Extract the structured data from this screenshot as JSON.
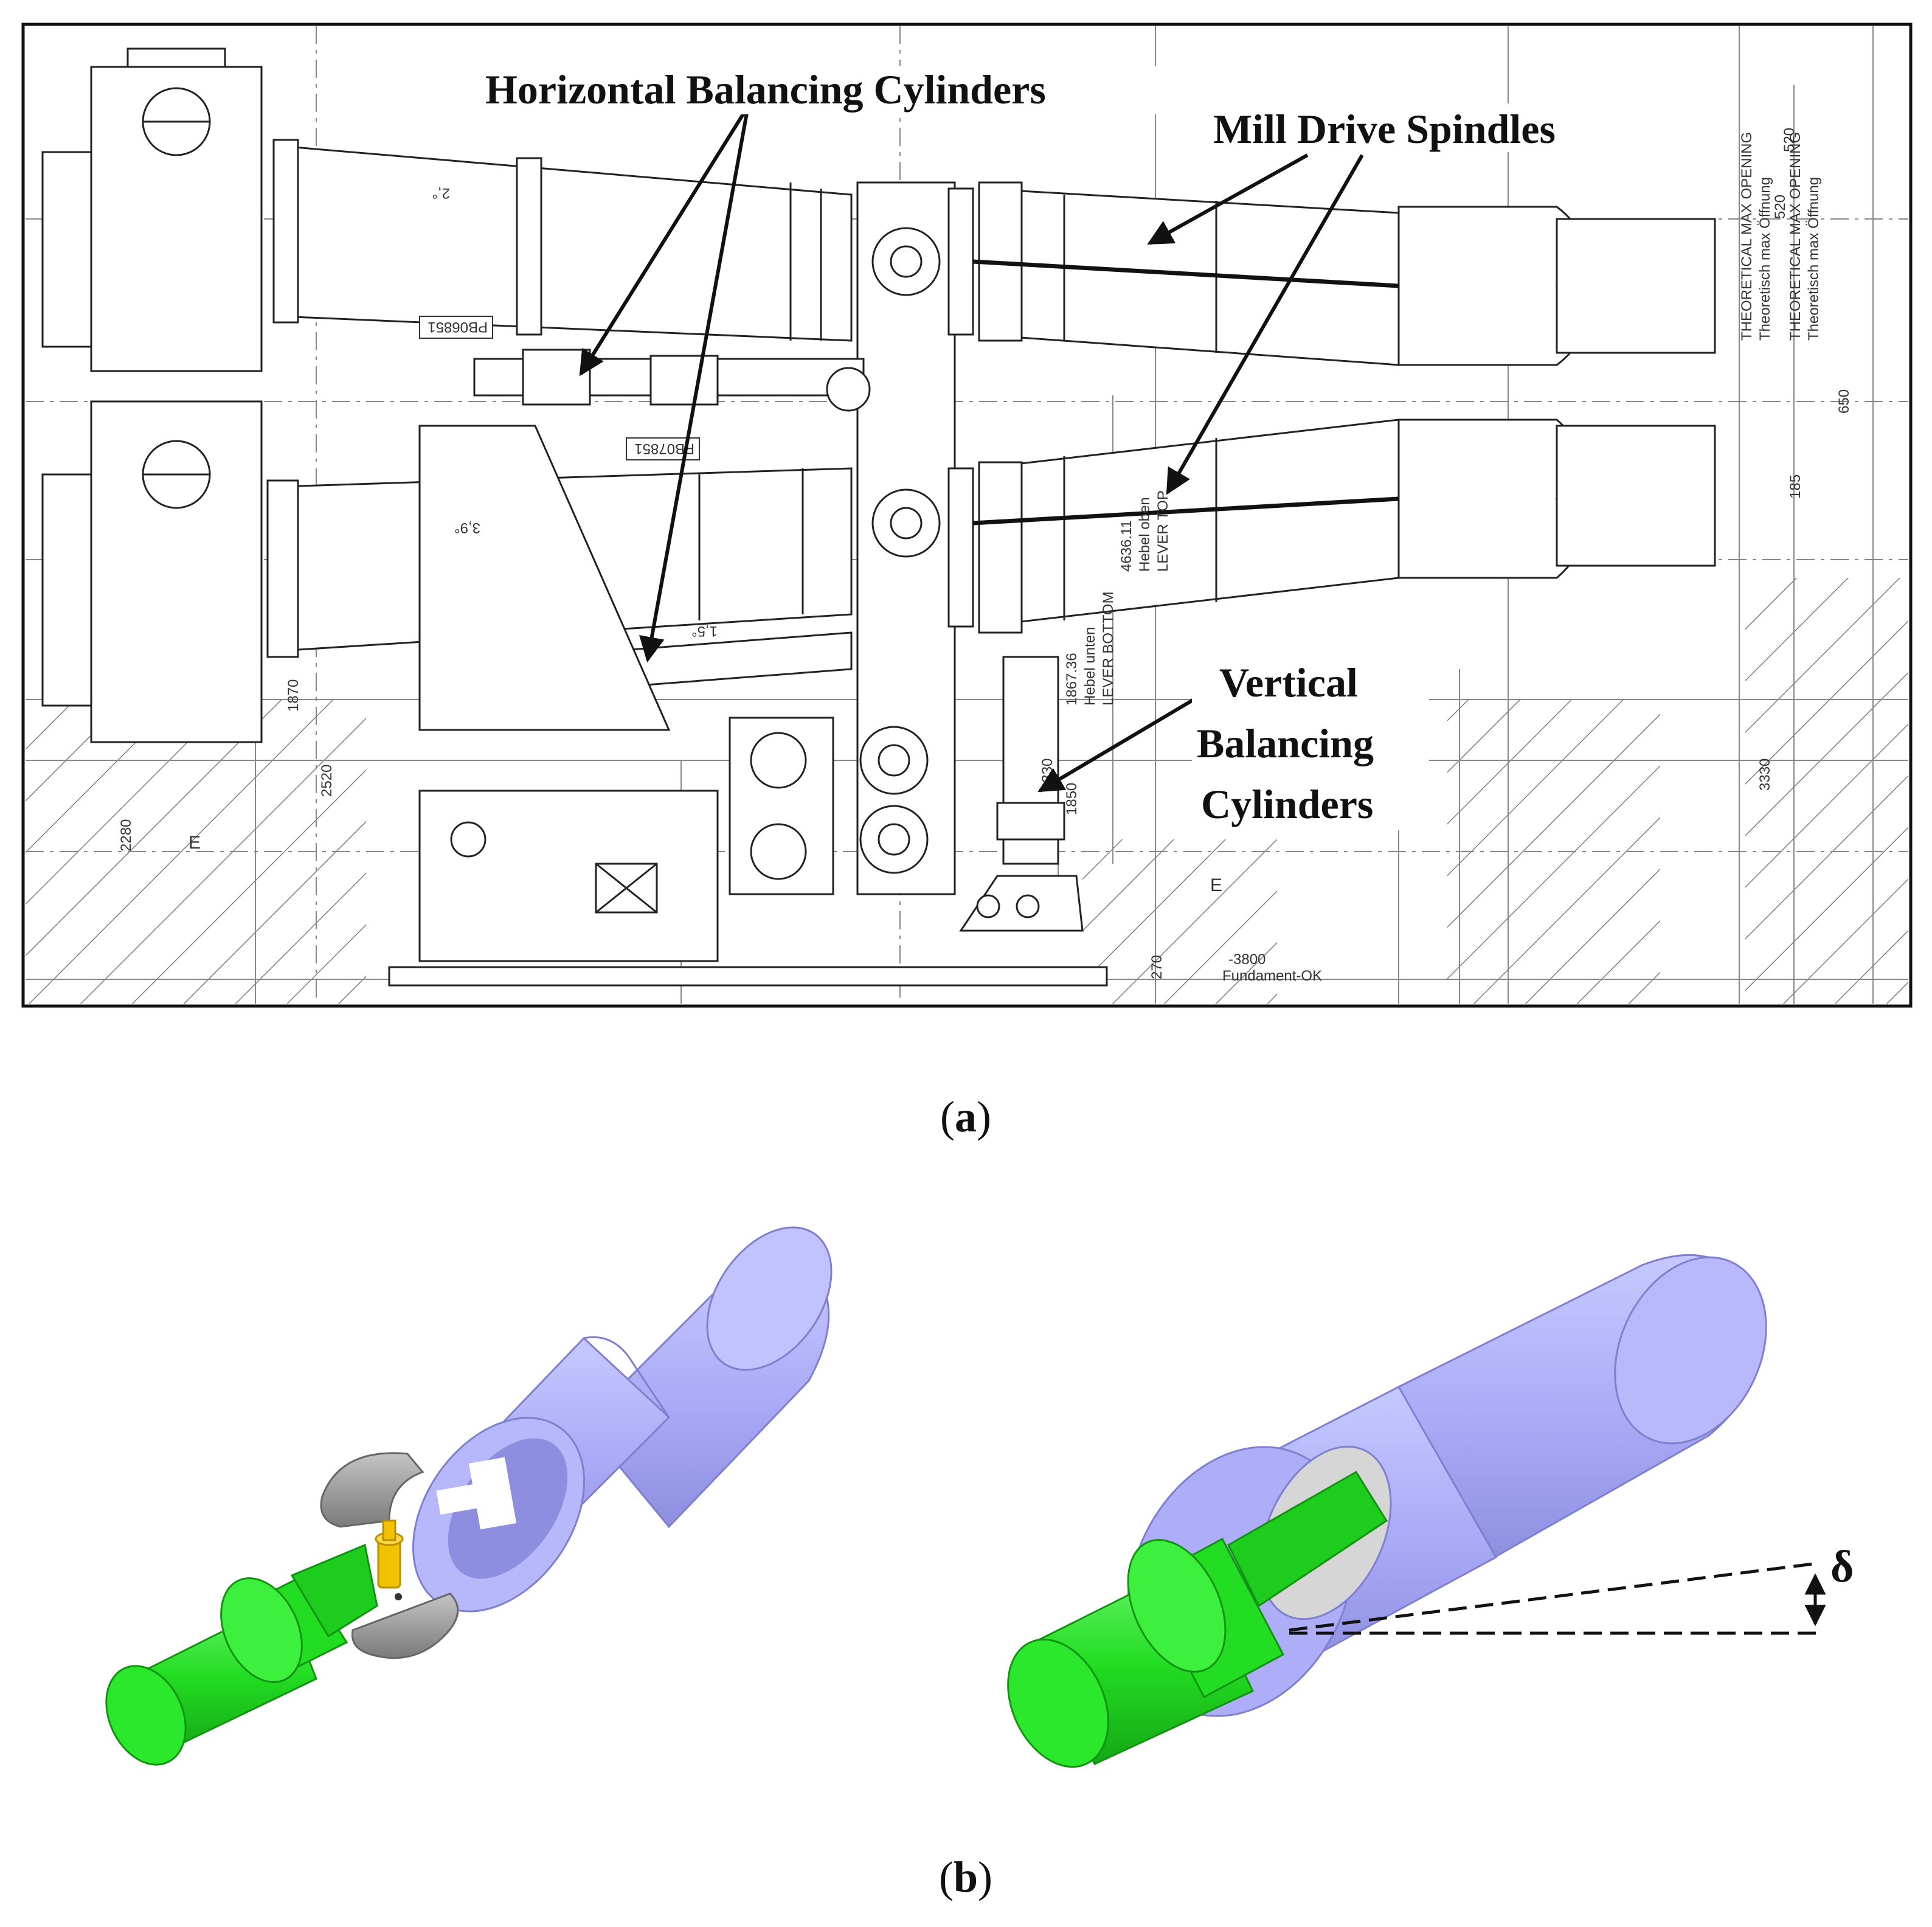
{
  "panel_a": {
    "caption": {
      "open": "(",
      "letter": "a",
      "close": ")"
    },
    "labels": {
      "horizontal_cylinders": "Horizontal Balancing Cylinders",
      "mill_drive_spindles": "Mill Drive Spindles",
      "vertical_line1": "Vertical",
      "vertical_line2": "Balancing",
      "vertical_line3": "Cylinders"
    },
    "drawing_text": {
      "tag_upper": "PB06851",
      "tag_lower": "PB07851",
      "fundament_level": "-3800",
      "fundament_label": "Fundament-OK",
      "section_mark": "E",
      "dim_2280": "2280",
      "dim_2520": "2520",
      "dim_2330": "2330",
      "dim_1870": "1870",
      "dim_270": "270",
      "dim_1850": "1850",
      "dim_3330": "3330",
      "dim_520": "520",
      "dim_650": "650",
      "dim_185": "185",
      "angle_top": "2,°",
      "angle_mid": "3,9°",
      "angle_low": "1,5°",
      "lever_top_1": "LEVER TOP",
      "lever_top_2": "Hebel oben",
      "lever_top_3": "4636.11",
      "lever_bottom_1": "LEVER BOTTOM",
      "lever_bottom_2": "Hebel unten",
      "lever_bottom_3": "1867.36",
      "dim_right_1": "THEORETICAL MAX OPENING",
      "dim_right_2": "Theoretisch max Öffnung",
      "dim_right_3": "520",
      "dim_right_4": "THEORETICAL MAX OPENING",
      "dim_right_5": "Theoretisch max Öffnung"
    }
  },
  "panel_b": {
    "caption": {
      "open": "(",
      "letter": "b",
      "close": ")"
    },
    "angle_symbol": "δ"
  },
  "colors": {
    "spindle_green": "#22dd22",
    "coupling_violet": "#aaaaff",
    "liner_grey": "#9a9a9a",
    "pin_yellow": "#f2c200",
    "line_dark": "#222222"
  }
}
